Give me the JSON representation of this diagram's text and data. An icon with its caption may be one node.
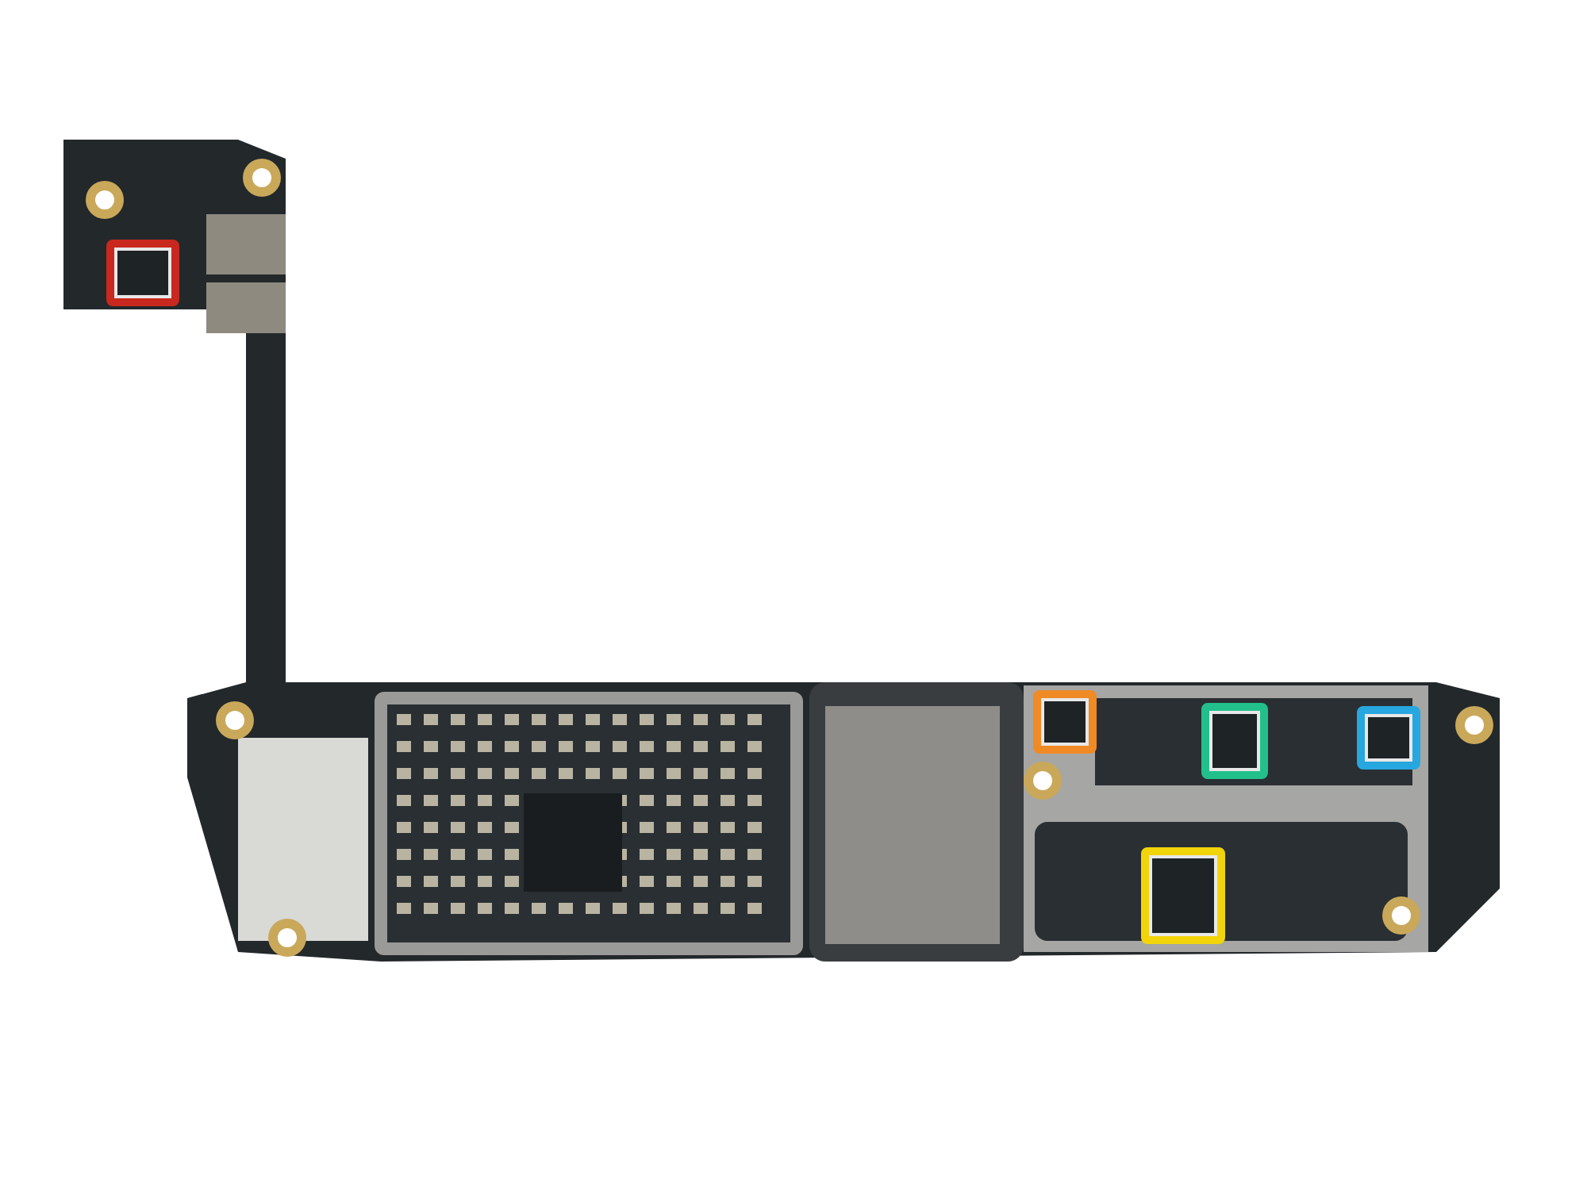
{
  "diagram": {
    "nodes": [
      {
        "text": [],
        "shape": "picture"
      },
      {
        "text": [],
        "shape": "box",
        "in": 0
      },
      {
        "text": [],
        "shape": "box",
        "in": 0
      },
      {
        "text": [],
        "shape": "box",
        "in": 0
      },
      {
        "text": [],
        "shape": "box",
        "in": 0
      },
      {
        "text": [],
        "shape": "box",
        "in": 0
      }
    ]
  }
}
